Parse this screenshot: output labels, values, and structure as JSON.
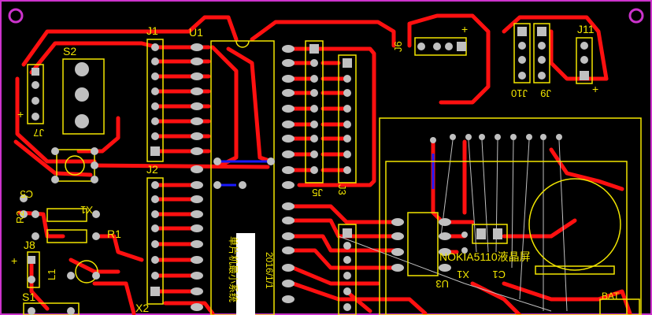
{
  "labels": {
    "J1": "J1",
    "U1": "U1",
    "S2": "S2",
    "J6": "J6",
    "J11": "J11",
    "J9": "J9",
    "J10": "J10",
    "J7": "J7",
    "J2": "J2",
    "J5": "J5",
    "J3": "J3",
    "C5": "C5",
    "R2": "R2",
    "X1": "X1",
    "R1": "R1",
    "J8": "J8",
    "L1": "L1",
    "S1": "S1",
    "X2": "X2",
    "U3": "U3",
    "X1b": "X1",
    "C1": "C1",
    "BAT": "BAT",
    "lcd": "NOKIA5110液晶屏",
    "date": "2016/1/1",
    "board_title": "单片机最小系统",
    "plus_marks": [
      "+",
      "+",
      "+",
      "+"
    ]
  },
  "colors": {
    "background": "#000000",
    "copper_top": "#ff0000",
    "copper_bottom": "#1a1aff",
    "silkscreen": "#f2e600",
    "pad": "#c0c0c0",
    "board_edge": "#cc33cc"
  }
}
